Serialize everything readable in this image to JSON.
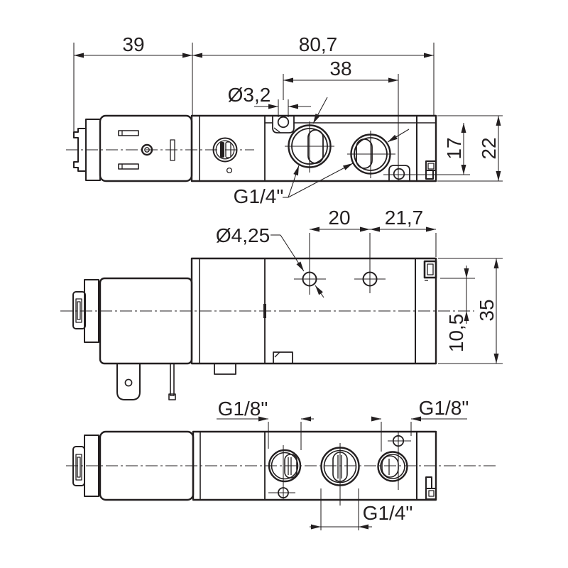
{
  "drawing": {
    "type": "valve-dimensional-drawing",
    "line_color": "#231f20",
    "background": "#ffffff"
  },
  "views": {
    "top_view": {
      "dims": {
        "coil_length": "39",
        "overall_length": "80,7",
        "hole_spacing": "38",
        "hole_dia": "Ø3,2",
        "ports": "G1/4\"",
        "port_offset": "17",
        "body_width": "22"
      }
    },
    "side_view": {
      "dims": {
        "hole_dia": "Ø4,25",
        "hole_spacing": "20",
        "end_offset": "21,7",
        "axis_offset": "10,5",
        "body_height": "35"
      }
    },
    "bottom_view": {
      "dims": {
        "port_left": "G1/8\"",
        "port_right": "G1/8\"",
        "port_center": "G1/4\""
      }
    }
  }
}
